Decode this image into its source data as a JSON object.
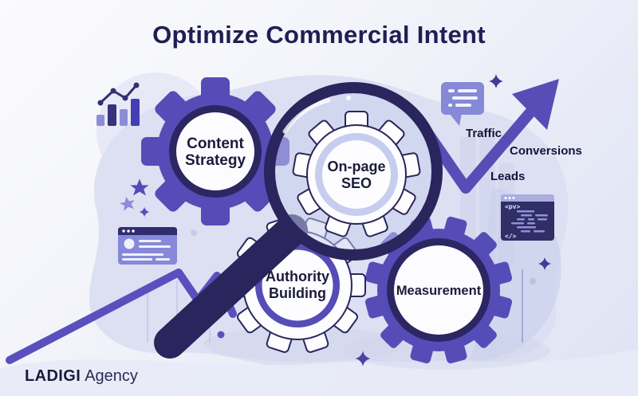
{
  "header": {
    "title": "Optimize Commercial Intent"
  },
  "gears": [
    {
      "id": "content-strategy",
      "label_lines": [
        "Content",
        "Strategy"
      ]
    },
    {
      "id": "on-page-seo",
      "label_lines": [
        "On-page",
        "SEO"
      ]
    },
    {
      "id": "authority-building",
      "label_lines": [
        "Authority",
        "Building"
      ]
    },
    {
      "id": "measurement",
      "label_lines": [
        "Measurement"
      ]
    }
  ],
  "growth": {
    "labels": [
      {
        "text": "Traffic"
      },
      {
        "text": "Conversions"
      },
      {
        "text": "Leads"
      }
    ]
  },
  "code_window": {
    "open_tag": "<pv>",
    "close_tag": "</>"
  },
  "brand": {
    "bold": "LADIGI",
    "regular": "Agency"
  },
  "icons": {
    "bar-chart-icon": "rising bars with trend line and dots",
    "browser-window-icon": "browser window with text lines",
    "chat-bubble-icon": "speech bubble with list lines",
    "code-window-icon": "dark code editor window",
    "magnifier-icon": "magnifying glass over gear",
    "growth-arrow-icon": "zigzag arrow rising to upper right",
    "star-icon": "five point star",
    "sparkle-icon": "four point sparkle"
  },
  "colors": {
    "primary_indigo": "#564cb8",
    "dark_navy": "#2c2762",
    "lavender_blob": "#dce0f2",
    "icon_purple": "#8a8ed8",
    "text_dark": "#1b1b3a",
    "gear_white": "#fdfdff"
  }
}
